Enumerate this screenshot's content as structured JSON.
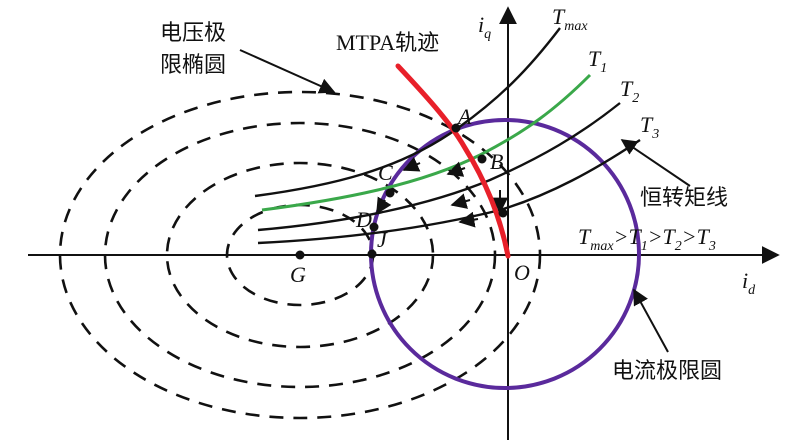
{
  "labels": {
    "voltage_limit_line1": "电压极",
    "voltage_limit_line2": "限椭圆",
    "mtpa": "MTPA轨迹",
    "torque_lines": "恒转矩线",
    "current_limit": "电流极限圆",
    "axis_iq_main": "i",
    "axis_iq_sub": "q",
    "axis_id_main": "i",
    "axis_id_sub": "d",
    "tmax_main": "T",
    "tmax_sub": "max",
    "t1_main": "T",
    "t1_sub": "1",
    "t2_main": "T",
    "t2_sub": "2",
    "t3_main": "T",
    "t3_sub": "3",
    "order_t": "T",
    "order_max": "max",
    "order_gt": ">",
    "order_1": "1",
    "order_2": "2",
    "order_3": "3"
  },
  "points": {
    "A": "A",
    "B": "B",
    "C": "C",
    "D": "D",
    "J": "J",
    "G": "G",
    "O": "O"
  },
  "colors": {
    "mtpa": "#e8202a",
    "current_circle": "#5a2a9c",
    "t1_curve": "#3aa84a",
    "ink": "#111111"
  }
}
